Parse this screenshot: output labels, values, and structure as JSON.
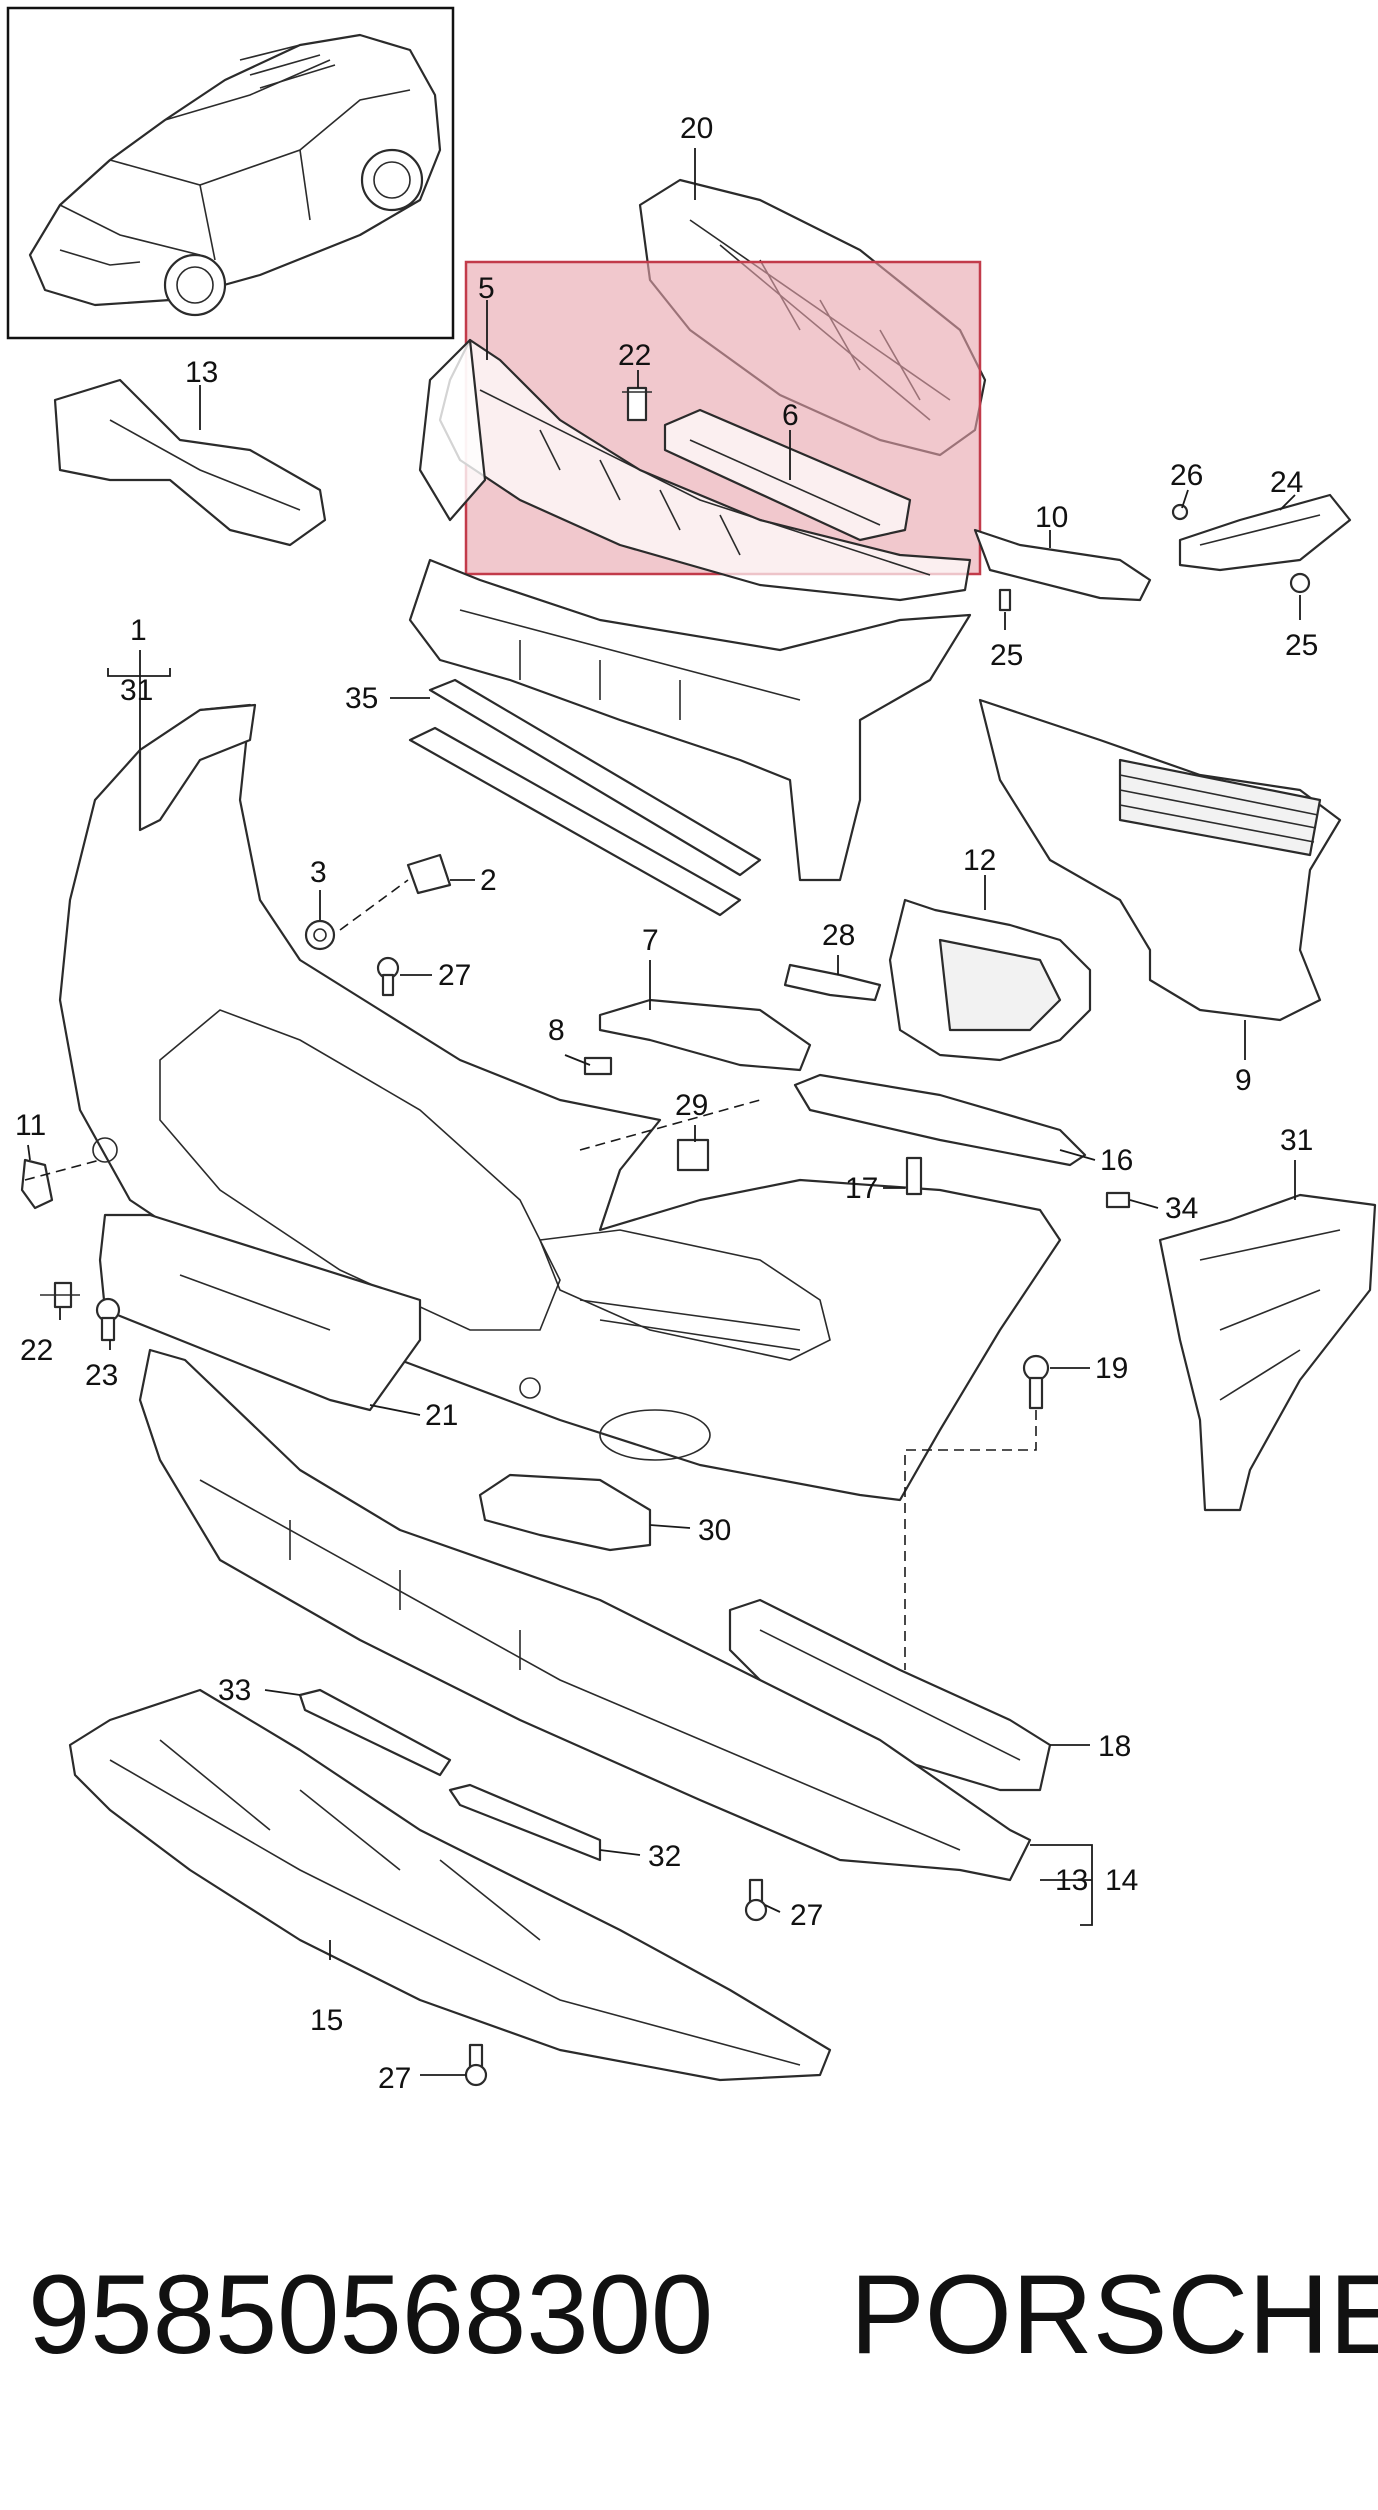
{
  "highlight_color": "#e8a3ac",
  "highlight_stroke": "#c23b4a",
  "callouts": [
    {
      "id": "c1",
      "text": "1"
    },
    {
      "id": "c31a",
      "text": "31"
    },
    {
      "id": "c2",
      "text": "2"
    },
    {
      "id": "c3",
      "text": "3"
    },
    {
      "id": "c5",
      "text": "5"
    },
    {
      "id": "c6",
      "text": "6"
    },
    {
      "id": "c7",
      "text": "7"
    },
    {
      "id": "c8",
      "text": "8"
    },
    {
      "id": "c9",
      "text": "9"
    },
    {
      "id": "c10",
      "text": "10"
    },
    {
      "id": "c11",
      "text": "11"
    },
    {
      "id": "c12",
      "text": "12"
    },
    {
      "id": "c13a",
      "text": "13"
    },
    {
      "id": "c13b",
      "text": "13"
    },
    {
      "id": "c14",
      "text": "14"
    },
    {
      "id": "c15",
      "text": "15"
    },
    {
      "id": "c16",
      "text": "16"
    },
    {
      "id": "c17",
      "text": "17"
    },
    {
      "id": "c18",
      "text": "18"
    },
    {
      "id": "c19",
      "text": "19"
    },
    {
      "id": "c20",
      "text": "20"
    },
    {
      "id": "c21",
      "text": "21"
    },
    {
      "id": "c22a",
      "text": "22"
    },
    {
      "id": "c22b",
      "text": "22"
    },
    {
      "id": "c23",
      "text": "23"
    },
    {
      "id": "c24",
      "text": "24"
    },
    {
      "id": "c25a",
      "text": "25"
    },
    {
      "id": "c25b",
      "text": "25"
    },
    {
      "id": "c26",
      "text": "26"
    },
    {
      "id": "c27a",
      "text": "27"
    },
    {
      "id": "c27b",
      "text": "27"
    },
    {
      "id": "c27c",
      "text": "27"
    },
    {
      "id": "c28",
      "text": "28"
    },
    {
      "id": "c29",
      "text": "29"
    },
    {
      "id": "c30",
      "text": "30"
    },
    {
      "id": "c31b",
      "text": "31"
    },
    {
      "id": "c32",
      "text": "32"
    },
    {
      "id": "c33",
      "text": "33"
    },
    {
      "id": "c34",
      "text": "34"
    },
    {
      "id": "c35",
      "text": "35"
    }
  ],
  "footer": {
    "part_number": "95850568300",
    "brand": "PORSCHE"
  }
}
